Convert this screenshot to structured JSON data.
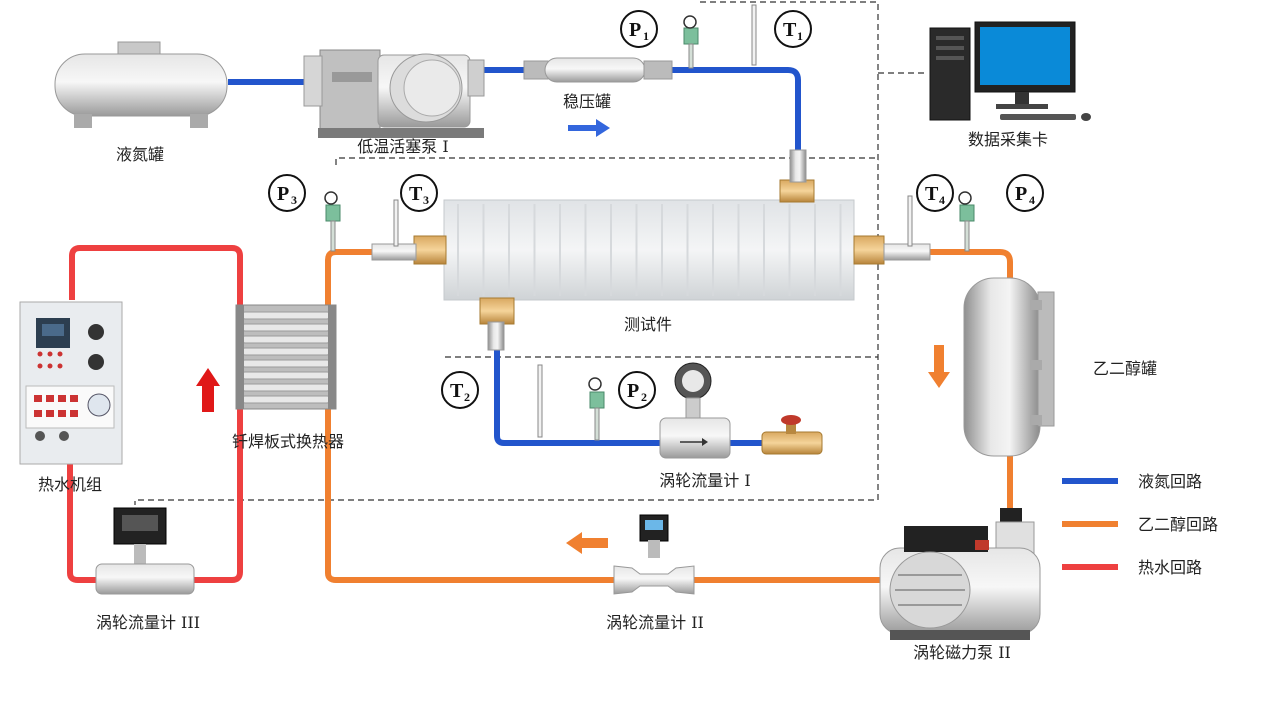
{
  "labels": {
    "ln2_tank": "液氮罐",
    "piston_pump": "低温活塞泵 I",
    "surge_tank": "稳压罐",
    "daq": "数据采集卡",
    "test_piece": "测试件",
    "glycol_tank": "乙二醇罐",
    "brazed_hx": "钎焊板式换热器",
    "water_unit": "热水机组",
    "flowmeter_1": "涡轮流量计 I",
    "flowmeter_2": "涡轮流量计 II",
    "flowmeter_3": "涡轮流量计 III",
    "mag_pump": "涡轮磁力泵 II"
  },
  "sensors": {
    "p1": {
      "letter": "P",
      "sub": "1"
    },
    "p2": {
      "letter": "P",
      "sub": "2"
    },
    "p3": {
      "letter": "P",
      "sub": "3"
    },
    "p4": {
      "letter": "P",
      "sub": "4"
    },
    "t1": {
      "letter": "T",
      "sub": "1"
    },
    "t2": {
      "letter": "T",
      "sub": "2"
    },
    "t3": {
      "letter": "T",
      "sub": "3"
    },
    "t4": {
      "letter": "T",
      "sub": "4"
    }
  },
  "legend": [
    {
      "label": "液氮回路",
      "color": "#2255cc"
    },
    {
      "label": "乙二醇回路",
      "color": "#f08030"
    },
    {
      "label": "热水回路",
      "color": "#ee4040"
    }
  ],
  "colors": {
    "ln2": "#2255cc",
    "glycol": "#f08030",
    "water": "#ee4040",
    "arrow_blue": "#3366dd",
    "arrow_orange": "#f08030",
    "arrow_red": "#e01818"
  }
}
